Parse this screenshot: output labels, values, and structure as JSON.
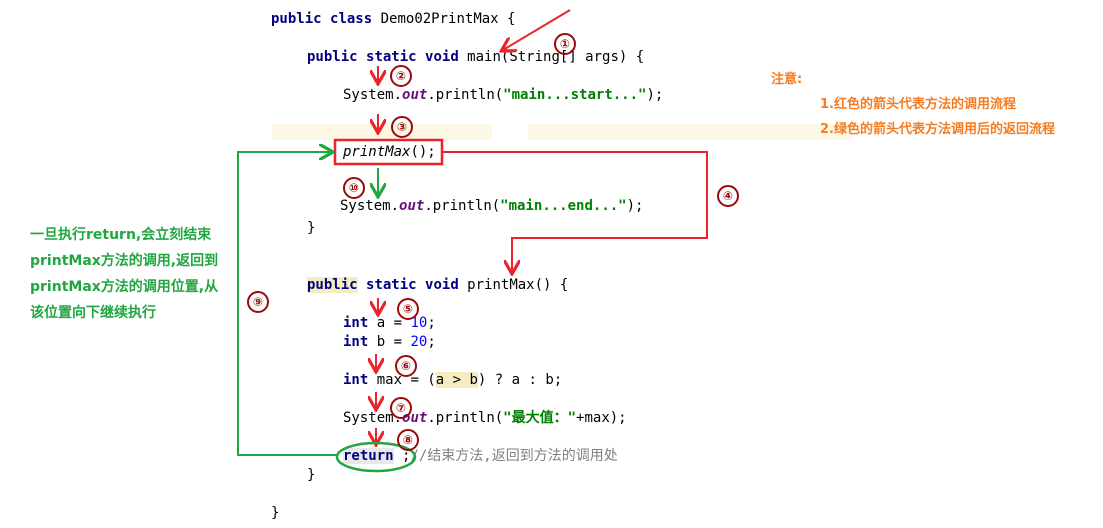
{
  "code": {
    "class_decl": {
      "kw1": "public",
      "kw2": "class",
      "name": " Demo02PrintMax {"
    },
    "main_decl": {
      "kw1": "public",
      "kw2": "static",
      "kw3": "void",
      "rest": " main(String[] args) {"
    },
    "print_start": {
      "pre": "System.",
      "field": "out",
      "mid": ".println(",
      "str": "\"main...start...\"",
      "post": ");"
    },
    "call": {
      "name": "printMax",
      "post": "();"
    },
    "print_end": {
      "pre": "System.",
      "field": "out",
      "mid": ".println(",
      "str": "\"main...end...\"",
      "post": ");"
    },
    "close_main": "}",
    "pm_decl": {
      "kw1": "public",
      "kw2": "static",
      "kw3": "void",
      "rest": " printMax() {"
    },
    "int_a": {
      "kw": "int",
      "pre": " a = ",
      "val": "10",
      "post": ";"
    },
    "int_b": {
      "kw": "int",
      "pre": " b = ",
      "val": "20",
      "post": ";"
    },
    "int_max": {
      "kw": "int",
      "pre": " max = (",
      "cond": "a > b",
      "post": ") ? a : b;"
    },
    "print_max": {
      "pre": "System.",
      "field": "out",
      "mid": ".println(",
      "str": "\"最大值：\"",
      "post": "+max);"
    },
    "ret": {
      "kw": "return",
      "semi": " ;",
      "comment": "//结束方法,返回到方法的调用处"
    },
    "close_pm": "}",
    "close_class": "}"
  },
  "markers": [
    "①",
    "②",
    "③",
    "④",
    "⑤",
    "⑥",
    "⑦",
    "⑧",
    "⑨",
    "⑩"
  ],
  "note": {
    "title": "注意:",
    "line1": "1.红色的箭头代表方法的调用流程",
    "line2": "2.绿色的箭头代表方法调用后的返回流程"
  },
  "side_note": {
    "line1": "一旦执行return,会立刻结束",
    "line2": "printMax方法的调用,返回到",
    "line3": "printMax方法的调用位置,从",
    "line4": "该位置向下继续执行"
  },
  "colors": {
    "red": "#e8242c",
    "green": "#21a642",
    "marker": "#9b0a0a",
    "note": "#f57c1f"
  }
}
